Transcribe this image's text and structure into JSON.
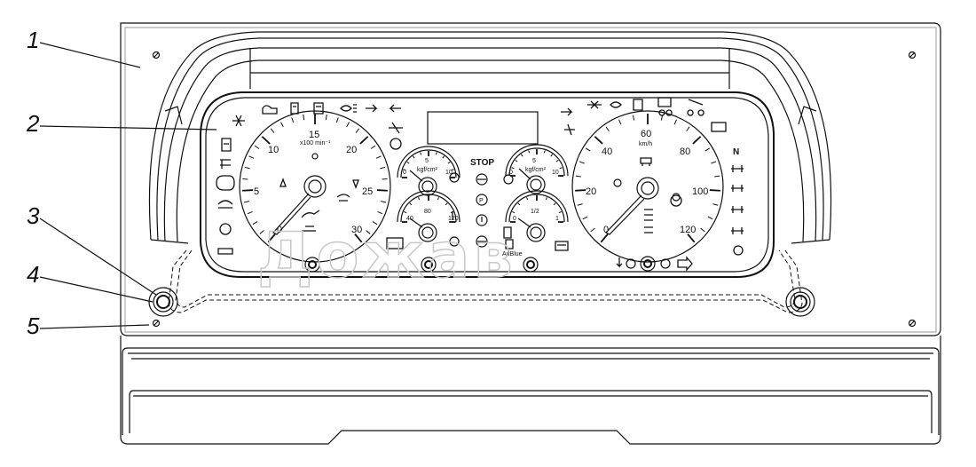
{
  "callouts": [
    {
      "id": "1",
      "label": "1"
    },
    {
      "id": "2",
      "label": "2"
    },
    {
      "id": "3",
      "label": "3"
    },
    {
      "id": "4",
      "label": "4"
    },
    {
      "id": "5",
      "label": "5"
    }
  ],
  "tachometer": {
    "scale_labels": [
      "0",
      "5",
      "10",
      "15",
      "20",
      "25",
      "30"
    ],
    "unit": "x100 min⁻¹"
  },
  "speedometer": {
    "scale_labels": [
      "0",
      "20",
      "40",
      "60",
      "80",
      "100",
      "120"
    ],
    "unit": "km/h"
  },
  "pressure_gauge_left": {
    "scale_labels": [
      "0",
      "5",
      "10"
    ],
    "unit": "kgf/cm²"
  },
  "pressure_gauge_right": {
    "scale_labels": [
      "0",
      "5",
      "10"
    ],
    "unit": "kgf/cm²"
  },
  "temperature_gauge": {
    "scale_labels": [
      "40",
      "80",
      "120"
    ]
  },
  "fuel_gauge": {
    "scale_labels": [
      "0",
      "1/2",
      "1"
    ]
  },
  "indicators": {
    "stop": "STOP",
    "gear_n": "N",
    "adblue": "AdBlue"
  },
  "watermark": "Дожав",
  "colors": {
    "line": "#111111",
    "background": "#ffffff",
    "watermark": "#c8c8c8"
  }
}
